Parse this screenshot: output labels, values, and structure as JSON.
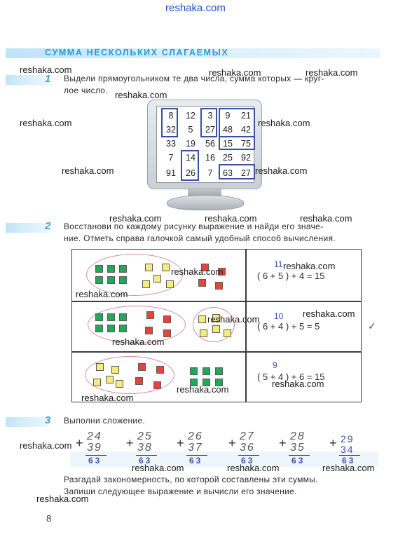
{
  "watermark": "reshaka.com",
  "title": "СУММА НЕСКОЛЬКИХ СЛАГАЕМЫХ",
  "task1": {
    "num": "1",
    "line1": "Выдели прямоугольником те два числа, сумма которых — круг-",
    "line2": "лое число.",
    "grid": [
      [
        "8",
        "12",
        "3",
        "9",
        "21"
      ],
      [
        "32",
        "5",
        "27",
        "48",
        "42"
      ],
      [
        "33",
        "19",
        "56",
        "15",
        "75"
      ],
      [
        "7",
        "14",
        "16",
        "25",
        "92"
      ],
      [
        "91",
        "26",
        "7",
        "63",
        "27"
      ]
    ]
  },
  "task2": {
    "num": "2",
    "line1": "Восстанови по каждому рисунку выражение и найди его значе-",
    "line2": "ние. Отметь справа галочкой самый удобный способ вычисления.",
    "rows": [
      {
        "hint": "11",
        "expr": "( 6 + 5 ) + 4 = 15",
        "check": ""
      },
      {
        "hint": "10",
        "expr": "( 6 + 4 ) + 5 = 5",
        "check": "✓"
      },
      {
        "hint": "9",
        "expr": "( 5 + 4 ) + 6 = 15",
        "check": ""
      }
    ]
  },
  "task3": {
    "num": "3",
    "text": "Выполни сложение.",
    "sums": [
      {
        "a": "24",
        "b": "39",
        "r": "63"
      },
      {
        "a": "25",
        "b": "38",
        "r": "63"
      },
      {
        "a": "26",
        "b": "37",
        "r": "63"
      },
      {
        "a": "27",
        "b": "36",
        "r": "63"
      },
      {
        "a": "28",
        "b": "35",
        "r": "63"
      },
      {
        "a": "29",
        "b": "34",
        "r": "63"
      }
    ],
    "line1": "Разгадай закономерность, по которой составлены эти суммы.",
    "line2": "Запиши следующее выражение и вычисли его значение."
  },
  "page_number": "8",
  "colors": {
    "accent": "#2a9bd3",
    "ink_blue": "#3a4fa8",
    "green": "#27a55a",
    "yellow": "#f3ec80",
    "red": "#e2453b"
  }
}
